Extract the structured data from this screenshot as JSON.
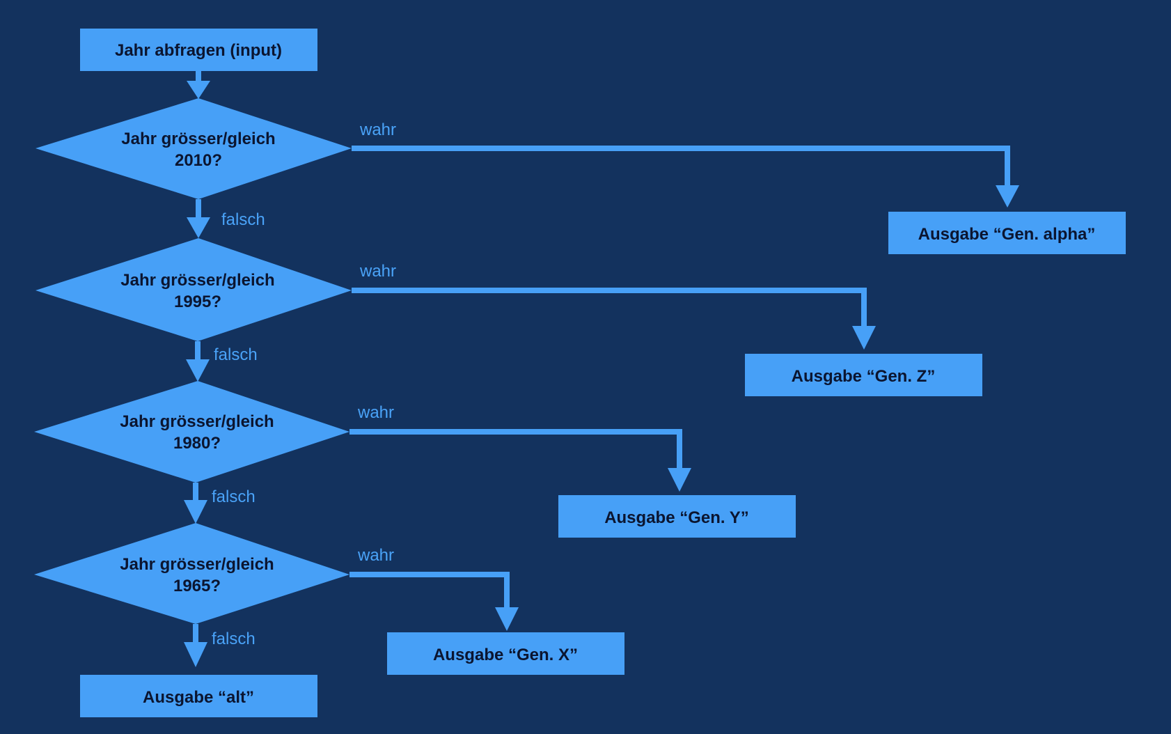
{
  "colors": {
    "background": "#13325e",
    "shape": "#47a0f7",
    "text": "#0b1530",
    "edge_label": "#4aa3f8"
  },
  "nodes": {
    "start": {
      "text": "Jahr abfragen (input)"
    },
    "d2010": {
      "line1": "Jahr grösser/gleich",
      "line2": "2010?"
    },
    "d1995": {
      "line1": "Jahr grösser/gleich",
      "line2": "1995?"
    },
    "d1980": {
      "line1": "Jahr grösser/gleich",
      "line2": "1980?"
    },
    "d1965": {
      "line1": "Jahr grösser/gleich",
      "line2": "1965?"
    },
    "alpha": {
      "text": "Ausgabe “Gen. alpha”"
    },
    "genz": {
      "text": "Ausgabe “Gen. Z”"
    },
    "geny": {
      "text": "Ausgabe “Gen. Y”"
    },
    "genx": {
      "text": "Ausgabe “Gen. X”"
    },
    "alt": {
      "text": "Ausgabe “alt”"
    }
  },
  "edge_labels": {
    "true": "wahr",
    "false": "falsch"
  }
}
